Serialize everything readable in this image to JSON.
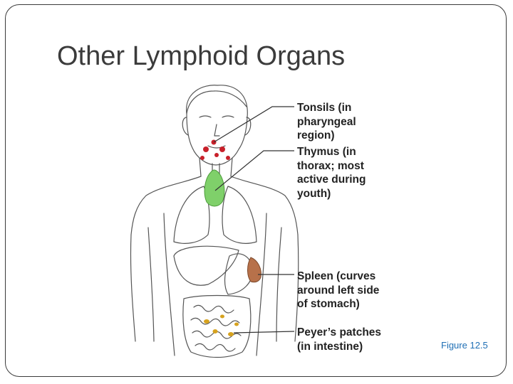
{
  "slide": {
    "title": "Other Lymphoid Organs",
    "figure_ref": "Figure 12.5"
  },
  "labels": {
    "tonsils": [
      "Tonsils (in",
      "pharyngeal",
      "region)"
    ],
    "thymus": [
      "Thymus (in",
      "thorax; most",
      "active during",
      "youth)"
    ],
    "spleen": [
      "Spleen (curves",
      "around left side",
      "of stomach)"
    ],
    "peyers": [
      "Peyer’s patches",
      "(in intestine)"
    ]
  },
  "colors": {
    "frame": "#3a3a3a",
    "title": "#3b3b3b",
    "tonsils": "#c8202a",
    "thymus": "#7fd06a",
    "spleen": "#b7714a",
    "peyers_patches": "#d6a21e",
    "figure_ref": "#1f6fb5"
  }
}
